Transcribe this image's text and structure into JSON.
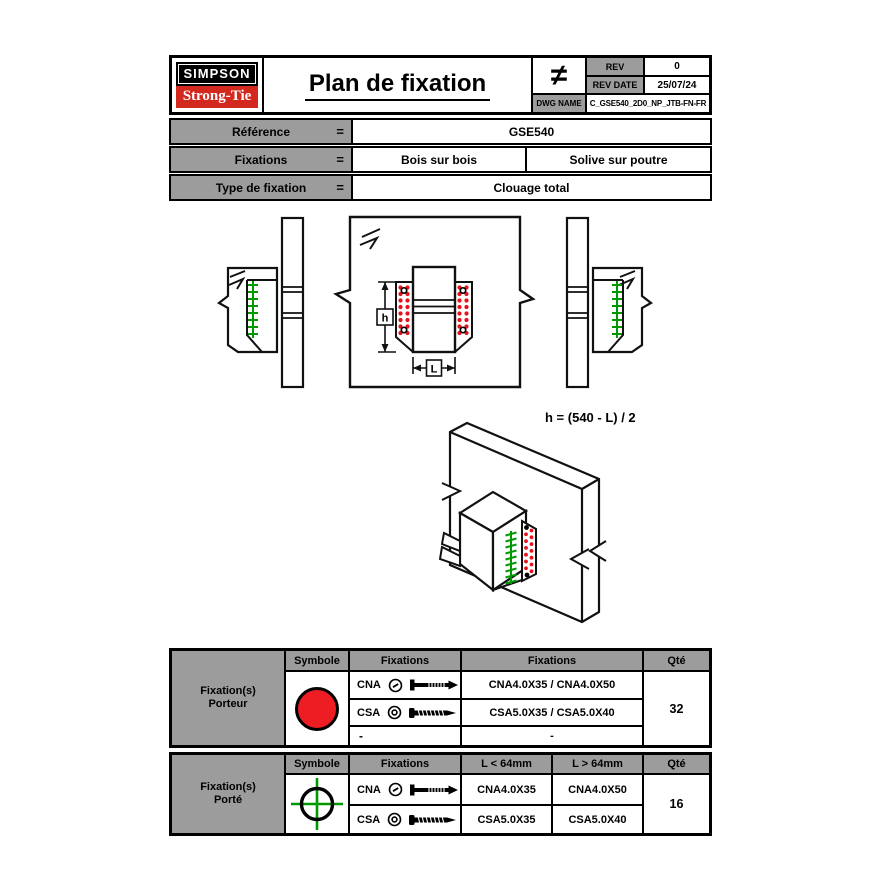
{
  "header": {
    "logo_line1": "SIMPSON",
    "logo_line2": "Strong-Tie",
    "title": "Plan de fixation",
    "neq_symbol": "≠",
    "rev_label": "REV",
    "rev_value": "0",
    "rev_date_label": "REV DATE",
    "rev_date_value": "25/07/24",
    "dwg_label": "DWG NAME",
    "dwg_value": "C_GSE540_2D0_NP_JTB-FN-FR"
  },
  "info": {
    "eq": "=",
    "reference_label": "Référence",
    "reference_value": "GSE540",
    "fixations_label": "Fixations",
    "fixations_value1": "Bois sur bois",
    "fixations_value2": "Solive sur poutre",
    "type_label": "Type de fixation",
    "type_value": "Clouage total"
  },
  "drawing": {
    "formula": "h = (540 - L) / 2",
    "dim_height_label": "h",
    "dim_length_label": "L"
  },
  "porteur_table": {
    "label_line1": "Fixation(s)",
    "label_line2": "Porteur",
    "col_symbole": "Symbole",
    "col_fixations_icons": "Fixations",
    "col_fixations_names": "Fixations",
    "col_qty": "Qté",
    "rows": [
      {
        "code": "CNA",
        "name": "CNA4.0X35 / CNA4.0X50"
      },
      {
        "code": "CSA",
        "name": "CSA5.0X35 / CSA5.0X40"
      },
      {
        "code": "-",
        "name": "-"
      }
    ],
    "qty": "32"
  },
  "porte_table": {
    "label_line1": "Fixation(s)",
    "label_line2": "Porté",
    "col_symbole": "Symbole",
    "col_fixations": "Fixations",
    "col_l_small": "L < 64mm",
    "col_l_large": "L > 64mm",
    "col_qty": "Qté",
    "rows": [
      {
        "code": "CNA",
        "small": "CNA4.0X35",
        "large": "CNA4.0X50"
      },
      {
        "code": "CSA",
        "small": "CSA5.0X35",
        "large": "CSA5.0X40"
      }
    ],
    "qty": "16"
  },
  "colors": {
    "logo_red": "#d2281e",
    "cell_gray": "#9c9c9c",
    "symbol_red": "#ee1c23",
    "fastener_dot_red": "#e8111c",
    "marker_green": "#009900"
  }
}
